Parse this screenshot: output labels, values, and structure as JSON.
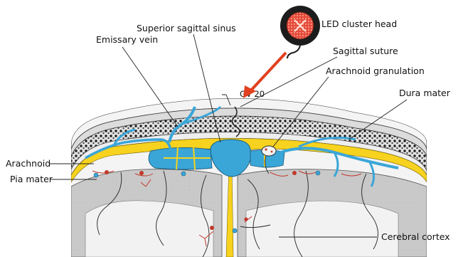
{
  "labels": {
    "led_cluster_head": "LED cluster head",
    "superior_sagittal_sinus": "Superior sagittal sinus",
    "emissary_vein": "Emissary vein",
    "sagittal_suture": "Sagittal suture",
    "gv20": "GV 20",
    "arachnoid_granulation": "Arachnoid granulation",
    "dura_mater": "Dura mater",
    "arachnoid": "Arachnoid",
    "pia_mater": "Pia mater",
    "cerebral_cortex": "Cerebral cortex"
  },
  "colors": {
    "sinus_blue": "#3aa6d8",
    "dura_yellow": "#f7d21e",
    "arrow_red": "#e2401f",
    "led_red": "#e24a3a",
    "cortex_gray": "#c9c9c9",
    "vessel_red": "#c0392b"
  }
}
